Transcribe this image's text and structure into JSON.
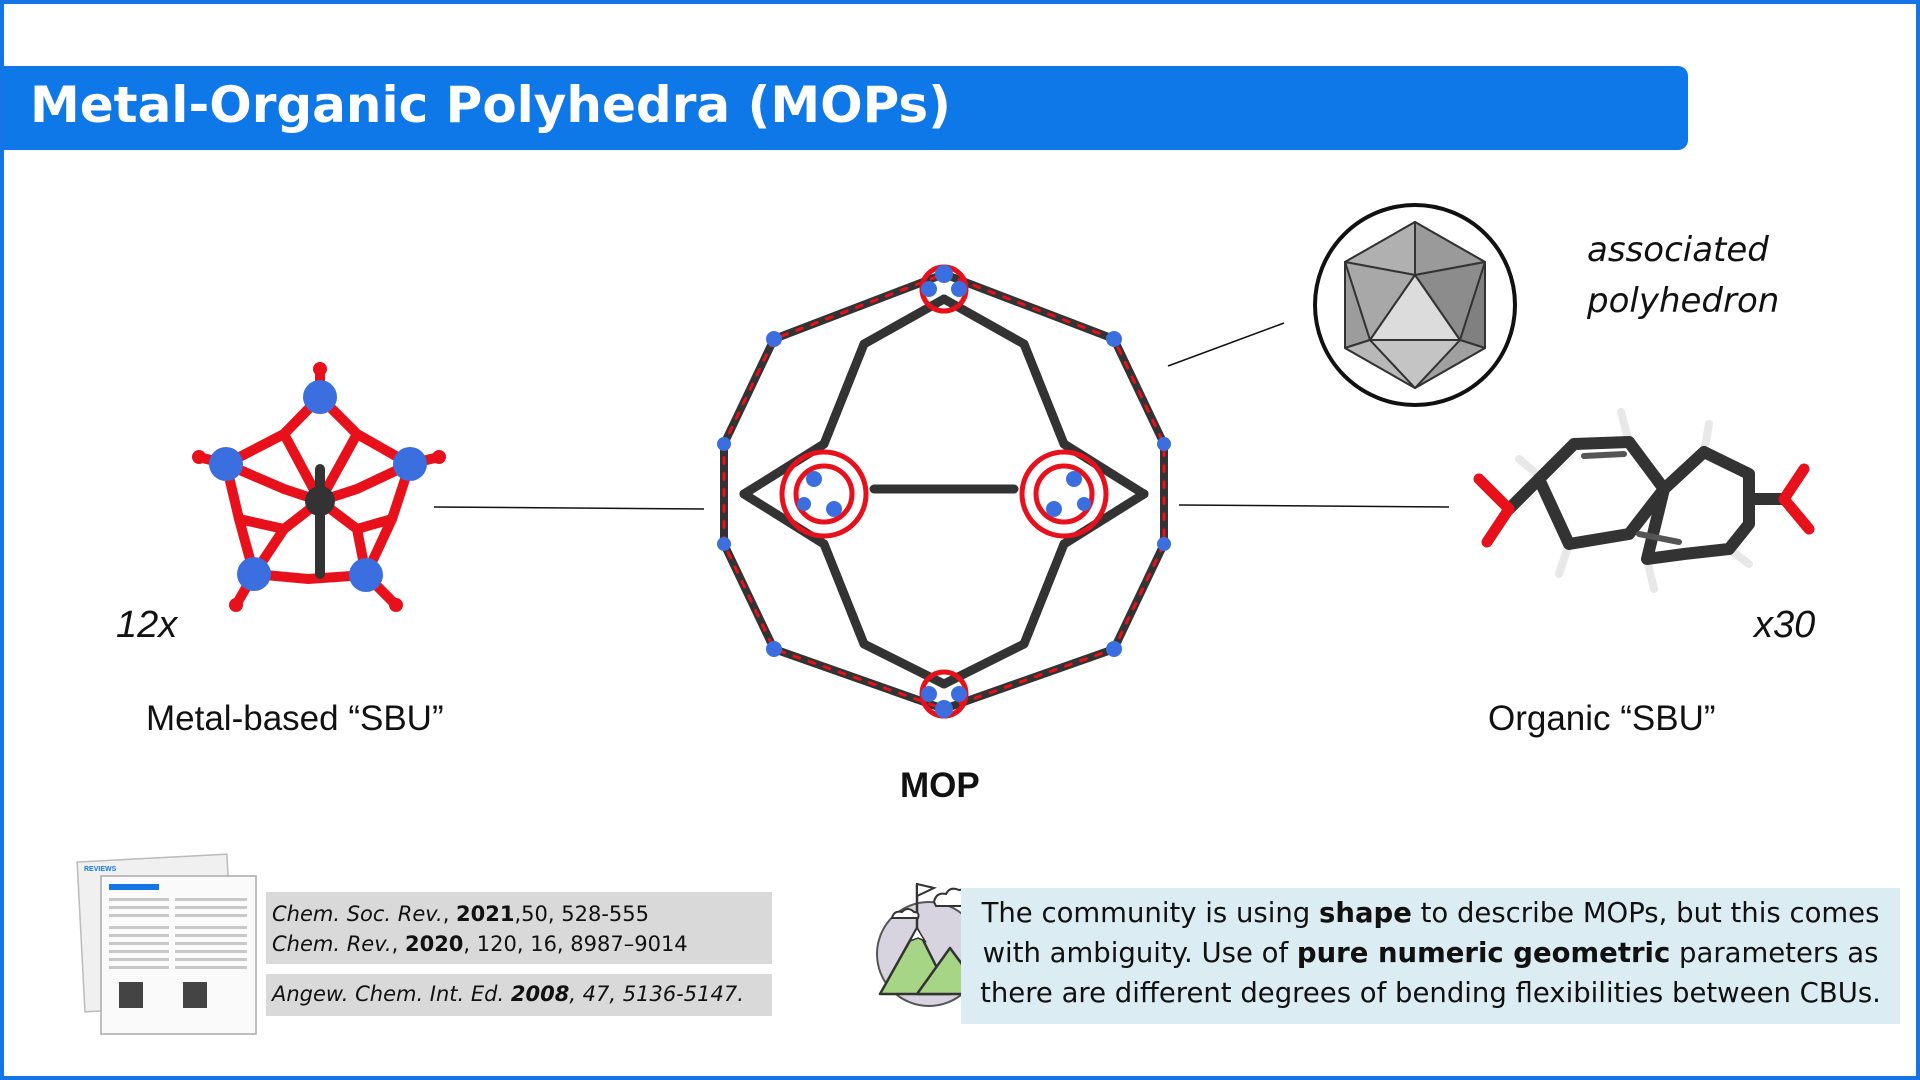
{
  "slide": {
    "title": "Metal-Organic Polyhedra (MOPs)",
    "accent_color": "#0f78e8",
    "metal_sbu": {
      "count": "12x",
      "label": "Metal-based “SBU”"
    },
    "mop": {
      "label": "MOP"
    },
    "organic_sbu": {
      "count": "x30",
      "label": "Organic “SBU”"
    },
    "polyhedron": {
      "line1": "associated",
      "line2": "polyhedron"
    },
    "references": {
      "ref1": {
        "journal": "Chem. Soc. Rev.",
        "sep": ", ",
        "year": "2021",
        "rest": ",50, 528-555"
      },
      "ref2": {
        "journal": "Chem. Rev.",
        "sep": ", ",
        "year": "2020",
        "rest": ", 120, 16, 8987–9014"
      },
      "ref3": {
        "journal": "Angew. Chem. Int. Ed. ",
        "year": "2008",
        "rest": ", 47, 5136-5147."
      },
      "paper_thumb_header": "REVIEWS"
    },
    "note": {
      "p1": "The community is using ",
      "b1": "shape",
      "p2": " to describe MOPs, but this comes with ambiguity. Use of ",
      "b2": "pure numeric geometric",
      "p3": " parameters as there are different degrees of bending flexibilities between CBUs."
    },
    "atom_colors": {
      "metal": "#3b6fe0",
      "oxygen": "#e8101a",
      "carbon": "#333333",
      "hydrogen": "#e8e8e8"
    }
  }
}
